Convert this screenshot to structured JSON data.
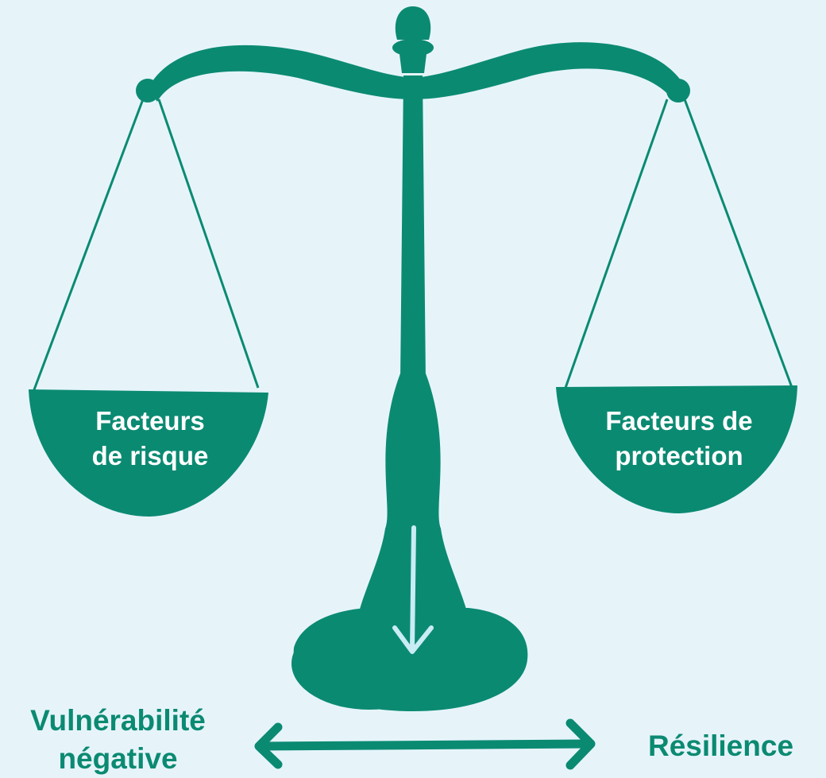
{
  "colors": {
    "background": "#e6f4fa",
    "scale": "#0b8a72",
    "arrow_down": "#c9ecf5",
    "pan_text": "#ffffff"
  },
  "left_pan": {
    "line1": "Facteurs",
    "line2": "de risque"
  },
  "right_pan": {
    "line1": "Facteurs de",
    "line2": "protection"
  },
  "axis": {
    "left_line1": "Vulnérabilité",
    "left_line2": "négative",
    "right": "Résilience"
  },
  "icons": {
    "balance": "balance-scale-icon",
    "down_arrow": "down-arrow-icon",
    "axis_arrow": "double-arrow-icon"
  }
}
